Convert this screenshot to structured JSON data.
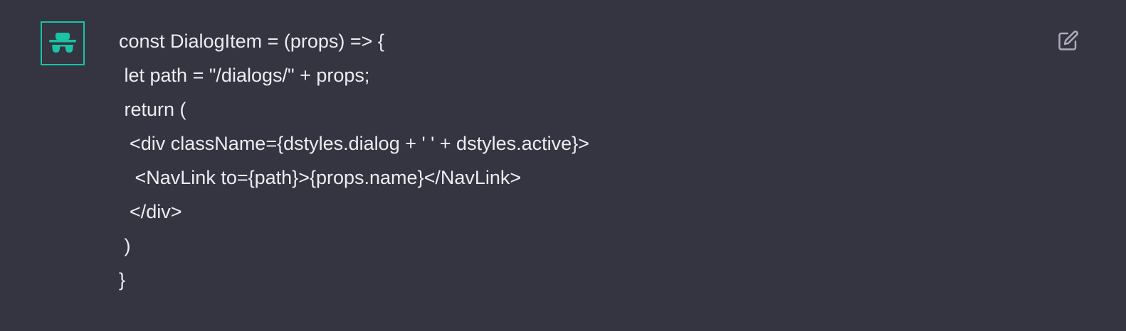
{
  "message": {
    "lines": [
      "const DialogItem = (props) => {",
      " let path = \"/dialogs/\" + props;",
      " return (",
      "  <div className={dstyles.dialog + ' ' + dstyles.active}>",
      "   <NavLink to={path}>{props.name}</NavLink>",
      "  </div>",
      " )",
      "}"
    ]
  },
  "icons": {
    "avatar": "incognito-icon",
    "edit": "edit-icon"
  },
  "colors": {
    "background": "#343541",
    "avatar_accent": "#19c3a4",
    "text": "#ececf1",
    "icon_muted": "#acacbe"
  }
}
